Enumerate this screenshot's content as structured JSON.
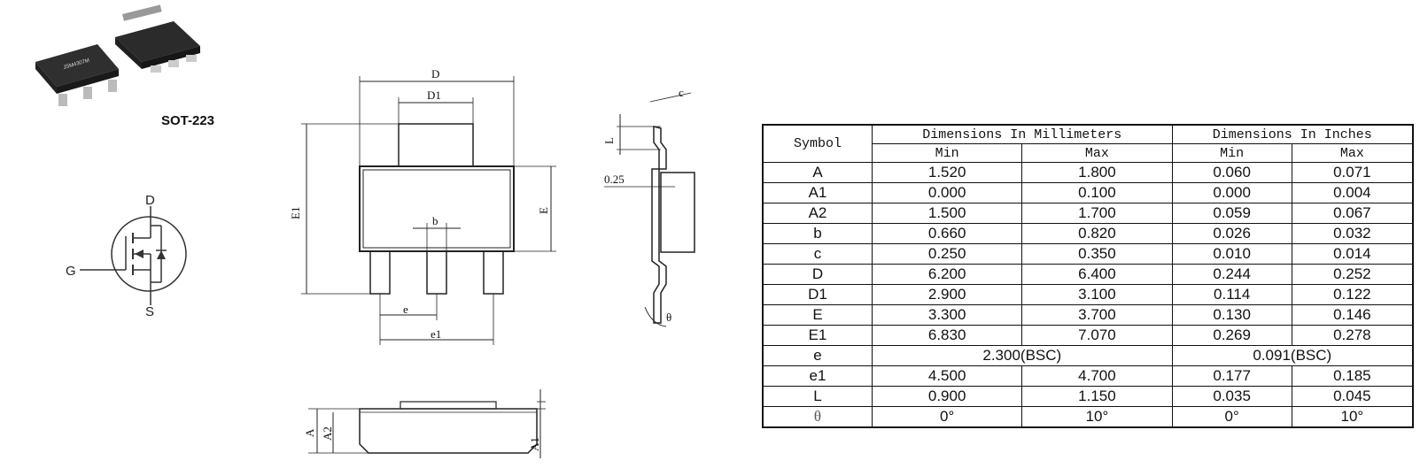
{
  "package_label": "SOT-223",
  "pins": {
    "drain": "D",
    "gate": "G",
    "source": "S"
  },
  "chip_marking": "JSM4307M",
  "drawing_labels": {
    "top": [
      "D",
      "D1",
      "E1",
      "E",
      "b",
      "e",
      "e1"
    ],
    "side": [
      "c",
      "L",
      "0.25",
      "θ"
    ],
    "bottom": [
      "A",
      "A2",
      "A1"
    ]
  },
  "table": {
    "symbol_header": "Symbol",
    "mm_header": "Dimensions In Millimeters",
    "inch_header": "Dimensions In Inches",
    "min_label": "Min",
    "max_label": "Max",
    "rows": [
      {
        "symbol": "A",
        "mm_min": "1.520",
        "mm_max": "1.800",
        "in_min": "0.060",
        "in_max": "0.071"
      },
      {
        "symbol": "A1",
        "mm_min": "0.000",
        "mm_max": "0.100",
        "in_min": "0.000",
        "in_max": "0.004"
      },
      {
        "symbol": "A2",
        "mm_min": "1.500",
        "mm_max": "1.700",
        "in_min": "0.059",
        "in_max": "0.067"
      },
      {
        "symbol": "b",
        "mm_min": "0.660",
        "mm_max": "0.820",
        "in_min": "0.026",
        "in_max": "0.032"
      },
      {
        "symbol": "c",
        "mm_min": "0.250",
        "mm_max": "0.350",
        "in_min": "0.010",
        "in_max": "0.014"
      },
      {
        "symbol": "D",
        "mm_min": "6.200",
        "mm_max": "6.400",
        "in_min": "0.244",
        "in_max": "0.252"
      },
      {
        "symbol": "D1",
        "mm_min": "2.900",
        "mm_max": "3.100",
        "in_min": "0.114",
        "in_max": "0.122"
      },
      {
        "symbol": "E",
        "mm_min": "3.300",
        "mm_max": "3.700",
        "in_min": "0.130",
        "in_max": "0.146"
      },
      {
        "symbol": "E1",
        "mm_min": "6.830",
        "mm_max": "7.070",
        "in_min": "0.269",
        "in_max": "0.278"
      },
      {
        "symbol": "e",
        "mm_bsc": "2.300(BSC)",
        "in_bsc": "0.091(BSC)"
      },
      {
        "symbol": "e1",
        "mm_min": "4.500",
        "mm_max": "4.700",
        "in_min": "0.177",
        "in_max": "0.185"
      },
      {
        "symbol": "L",
        "mm_min": "0.900",
        "mm_max": "1.150",
        "in_min": "0.035",
        "in_max": "0.045"
      },
      {
        "symbol": "θ",
        "mm_min": "0°",
        "mm_max": "10°",
        "in_min": "0°",
        "in_max": "10°"
      }
    ]
  }
}
